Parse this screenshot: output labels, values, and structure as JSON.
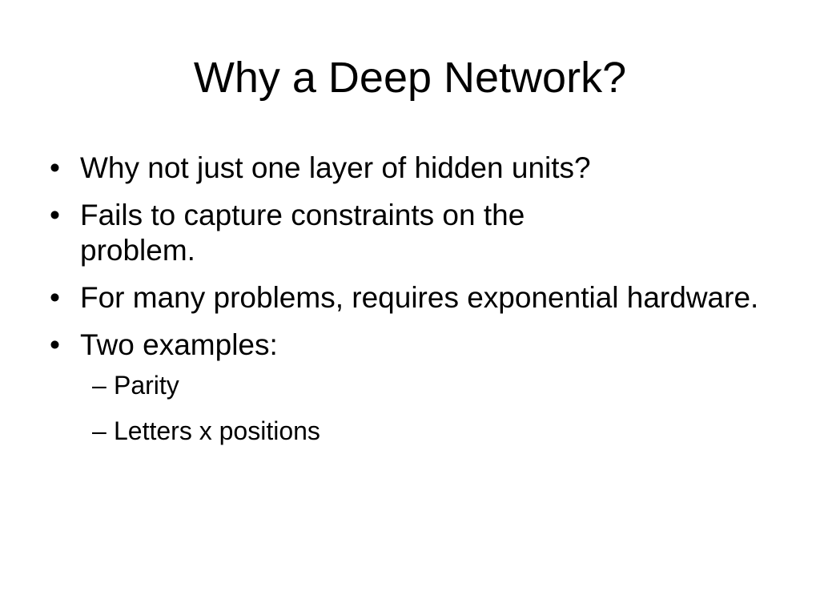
{
  "slide": {
    "title": "Why a Deep Network?",
    "bullet_marker": "•",
    "sub_marker": "–",
    "bullets": [
      {
        "text": "Why not just one layer of hidden units?"
      },
      {
        "text": "Fails to capture constraints on the problem."
      },
      {
        "text": "For many problems, requires exponential hardware."
      },
      {
        "text": "Two examples:"
      }
    ],
    "sub_bullets": [
      {
        "text": "Parity"
      },
      {
        "text": "Letters x positions"
      }
    ]
  }
}
